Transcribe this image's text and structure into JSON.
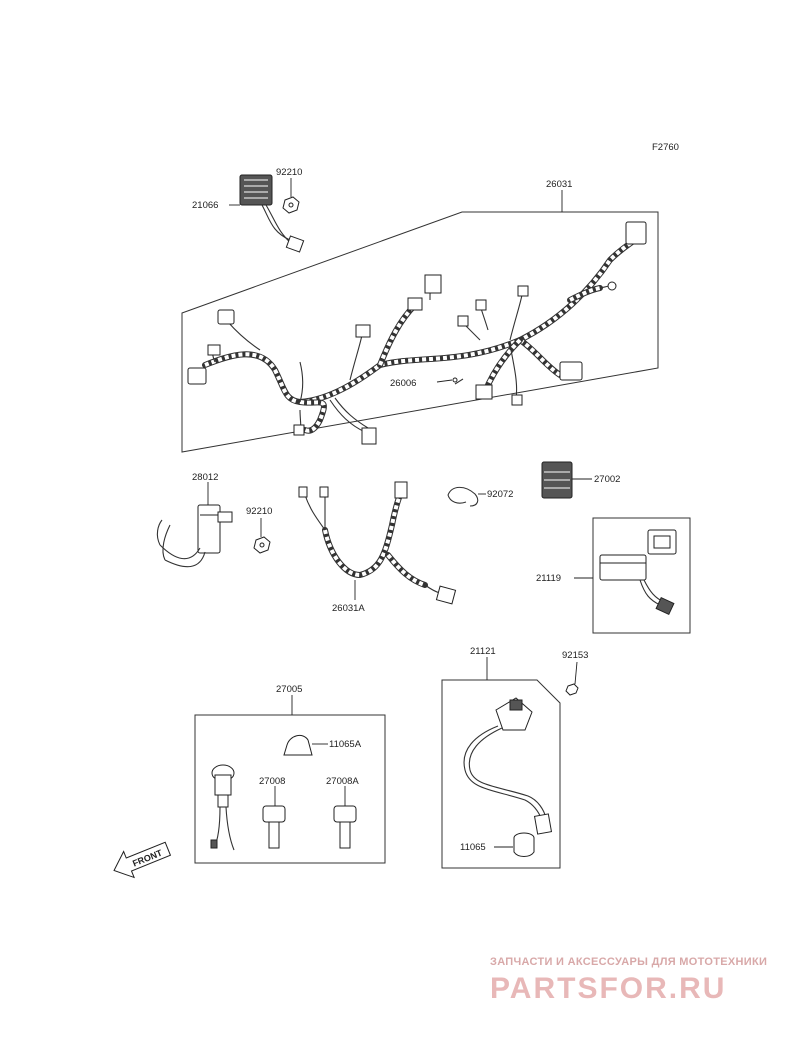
{
  "figure_id": "F2760",
  "labels": {
    "p21066": "21066",
    "p92210a": "92210",
    "p26031": "26031",
    "p26006": "26006",
    "p28012": "28012",
    "p92210b": "92210",
    "p92072": "92072",
    "p27002": "27002",
    "p26031A": "26031A",
    "p21119": "21119",
    "p27005": "27005",
    "p11065A": "11065A",
    "p27008": "27008",
    "p27008A": "27008A",
    "p21121": "21121",
    "p92153": "92153",
    "p11065": "11065"
  },
  "front_arrow_label": "FRONT",
  "watermark": {
    "tagline": "ЗАПЧАСТИ И АКСЕССУАРЫ ДЛЯ МОТОТЕХНИКИ",
    "logo": "PARTSFOR.RU"
  }
}
